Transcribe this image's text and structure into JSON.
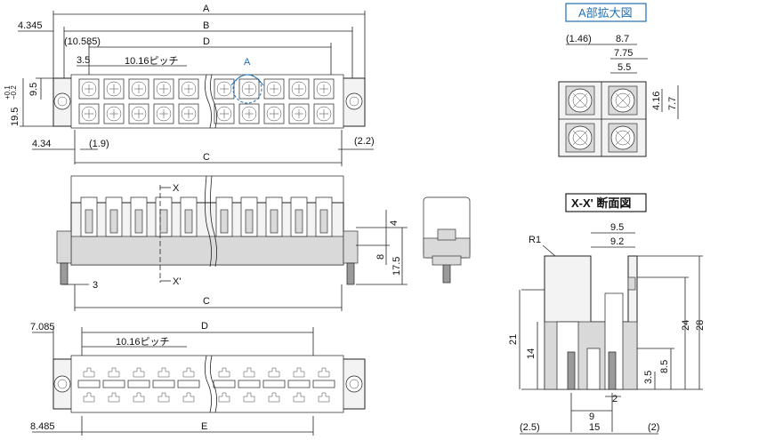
{
  "top_view": {
    "dims": {
      "A": "A",
      "B": "B",
      "C": "C",
      "D": "D",
      "left_4345": "4.345",
      "left_10585": "(10.585)",
      "pitch_35": "3.5",
      "pitch_label": "10.16ピッチ",
      "h_95": "9.5",
      "h_195": "19.5",
      "tol_plus": "+0.1",
      "tol_minus": "−0.2",
      "left_434": "4.34",
      "left_19": "(1.9)",
      "right_22": "(2.2)",
      "detail_mark": "A"
    }
  },
  "side_view": {
    "dims": {
      "C": "C",
      "x_top": "X",
      "x_bottom": "X'",
      "w_3": "3",
      "h_4": "4",
      "h_8": "8",
      "h_175": "17.5"
    }
  },
  "bottom_view": {
    "dims": {
      "D": "D",
      "E": "E",
      "left_7085": "7.085",
      "left_8485": "8.485",
      "pitch_label": "10.16ピッチ"
    }
  },
  "detail_a": {
    "title": "A部拡大図",
    "dims": {
      "d_146": "(1.46)",
      "d_87": "8.7",
      "d_775": "7.75",
      "d_55": "5.5",
      "d_416": "4.16",
      "d_77": "7.7"
    }
  },
  "section_xx": {
    "title": "X-X' 断面図",
    "dims": {
      "r1": "R1",
      "d_95": "9.5",
      "d_92": "9.2",
      "d_21": "21",
      "d_14": "14",
      "d_24": "24",
      "d_28": "28",
      "d_85": "8.5",
      "d_35": "3.5",
      "d_9": "9",
      "d_2": "2",
      "d_25": "(2.5)",
      "d_15": "15",
      "d_2b": "(2)"
    }
  },
  "colors": {
    "accent": "#1f6fb5",
    "body_fill": "#f3f3f3",
    "shade": "#d9d9d9"
  }
}
